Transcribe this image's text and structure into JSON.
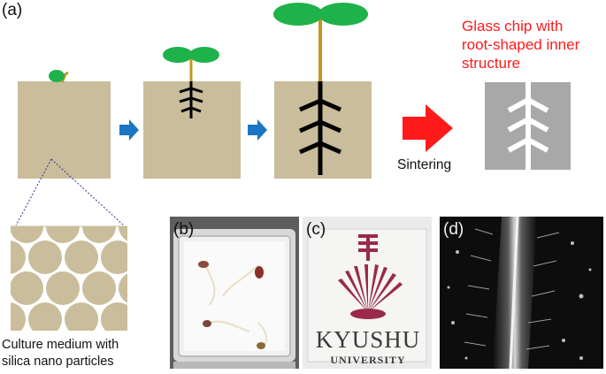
{
  "panel_a_label": "(a)",
  "panel_b_label": "(b)",
  "panel_c_label": "(c)",
  "panel_d_label": "(d)",
  "glass_chip_text": [
    "Glass chip with",
    "root-shaped inner",
    "structure"
  ],
  "sintering_label": "Sintering",
  "culture_caption": [
    "Culture medium with",
    "silica nano particles"
  ],
  "logo_text": "KYUSHU",
  "logo_subtext": "UNIVERSITY",
  "colors": {
    "medium": "#c9bd9b",
    "leaf": "#1fb24a",
    "stem": "#c8961e",
    "root": "#000000",
    "arrow_blue": "#1b75c4",
    "arrow_red": "#ff1a1a",
    "chip_grey": "#a8a8a8",
    "red_text": "#ff1a1a"
  }
}
